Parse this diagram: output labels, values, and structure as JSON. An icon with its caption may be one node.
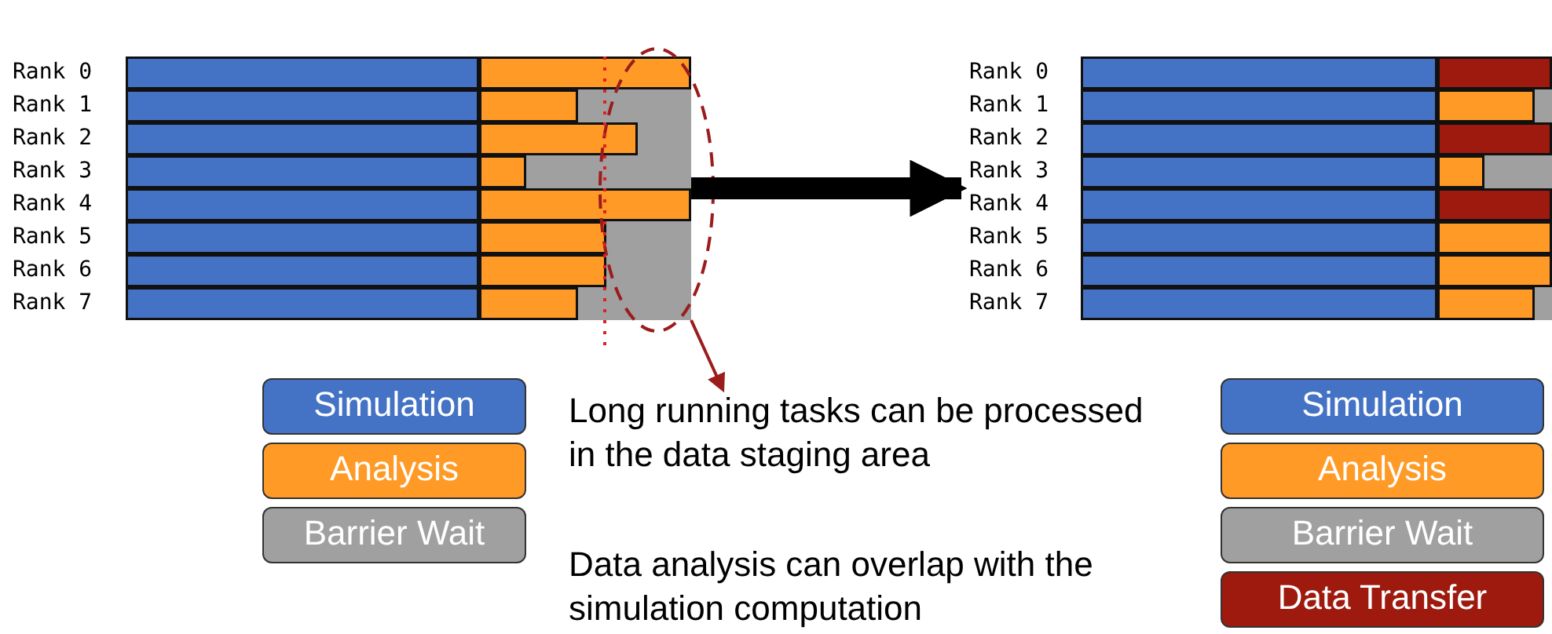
{
  "diagram": {
    "nodes": [
      {
        "text": [],
        "shape": "picture"
      },
      {
        "text": [],
        "shape": "picture"
      },
      {
        "text": [
          "Long running tasks can be processed in the data staging area"
        ]
      }
    ],
    "edges": [
      {
        "from": 0,
        "to": 1,
        "arrow": "to",
        "style": "thick"
      },
      {
        "from": 0,
        "to": 2,
        "arrow": "to",
        "color": "#9b1c1c"
      }
    ],
    "labels": [
      "Rank 0",
      "Rank 1",
      "Rank 2",
      "Rank 3",
      "Rank 4",
      "Rank 5",
      "Rank 6",
      "Rank 7",
      "Rank 0",
      "Rank 1",
      "Rank 2",
      "Rank 3",
      "Rank 4",
      "Rank 5",
      "Rank 6",
      "Rank 7",
      "Data analysis can overlap with the simulation computation"
    ],
    "legend": [
      {
        "text": "Simulation",
        "color": "#4472c4"
      },
      {
        "text": "Analysis",
        "color": "#ff9a26"
      },
      {
        "text": "Barrier Wait",
        "color": "#a0a0a0"
      },
      {
        "text": "Simulation",
        "color": "#4472c4"
      },
      {
        "text": "Analysis",
        "color": "#ff9a26"
      },
      {
        "text": "Barrier Wait",
        "color": "#a0a0a0"
      },
      {
        "text": "Data Transfer",
        "color": "#9e1a0e"
      }
    ]
  }
}
